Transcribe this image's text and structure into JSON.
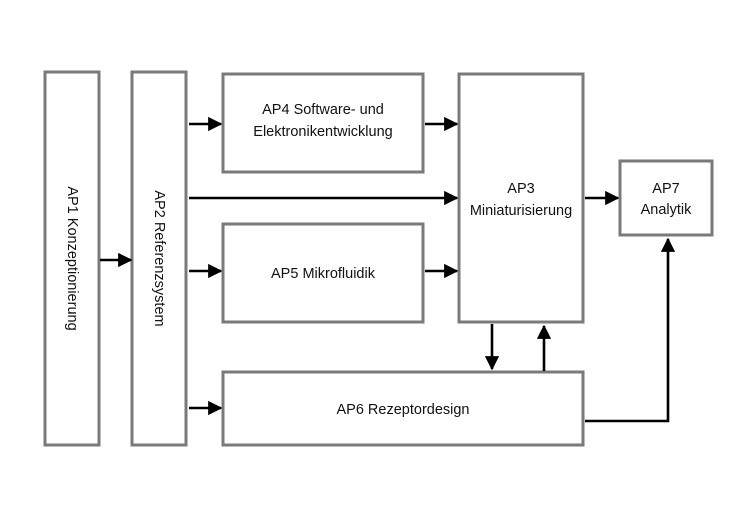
{
  "boxes": {
    "ap1": "AP1 Konzeptionierung",
    "ap2": "AP2 Referenzsystem",
    "ap3_line1": "AP3",
    "ap3_line2": "Miniaturisierung",
    "ap4_line1": "AP4 Software- und",
    "ap4_line2": "Elektronikentwicklung",
    "ap5": "AP5 Mikrofluidik",
    "ap6": "AP6 Rezeptordesign",
    "ap7_line1": "AP7",
    "ap7_line2": "Analytik"
  },
  "colors": {
    "box_border": "#7a7a7a",
    "arrow": "#000000",
    "text": "#111111"
  }
}
